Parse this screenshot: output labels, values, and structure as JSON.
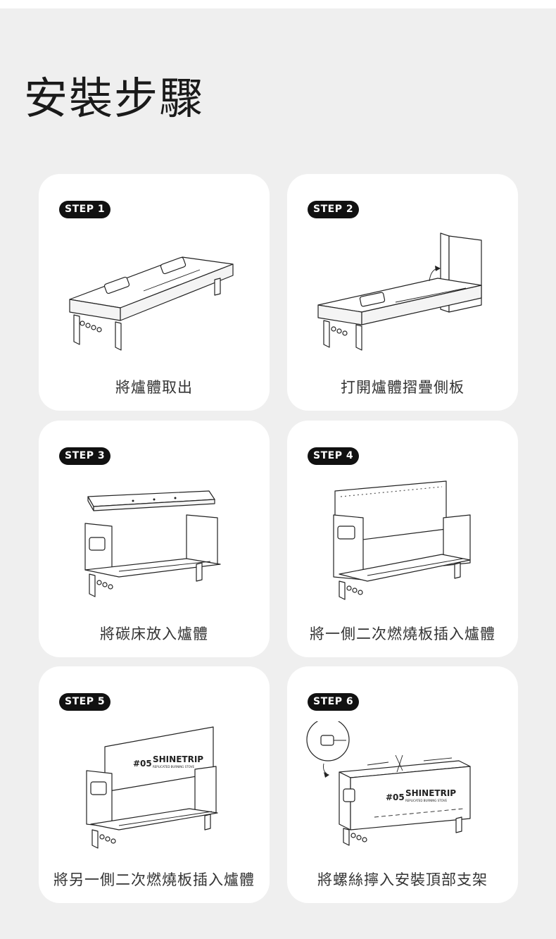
{
  "page": {
    "title": "安裝步驟"
  },
  "steps": [
    {
      "badge": "STEP 1",
      "caption": "將爐體取出"
    },
    {
      "badge": "STEP 2",
      "caption": "打開爐體摺疊側板"
    },
    {
      "badge": "STEP 3",
      "caption": "將碳床放入爐體"
    },
    {
      "badge": "STEP 4",
      "caption": "將一側二次燃燒板插入爐體"
    },
    {
      "badge": "STEP 5",
      "caption": "將另一側二次燃燒板插入爐體"
    },
    {
      "badge": "STEP 6",
      "caption": "將螺絲擰入安裝頂部支架"
    }
  ],
  "illustration_labels": {
    "plate_number": "#05",
    "brand": "SHINETRIP",
    "brand_subline": "REPLICATED BURNING STOVE"
  },
  "colors": {
    "background": "#efefef",
    "card": "#ffffff",
    "badge": "#111111",
    "text": "#333333"
  }
}
